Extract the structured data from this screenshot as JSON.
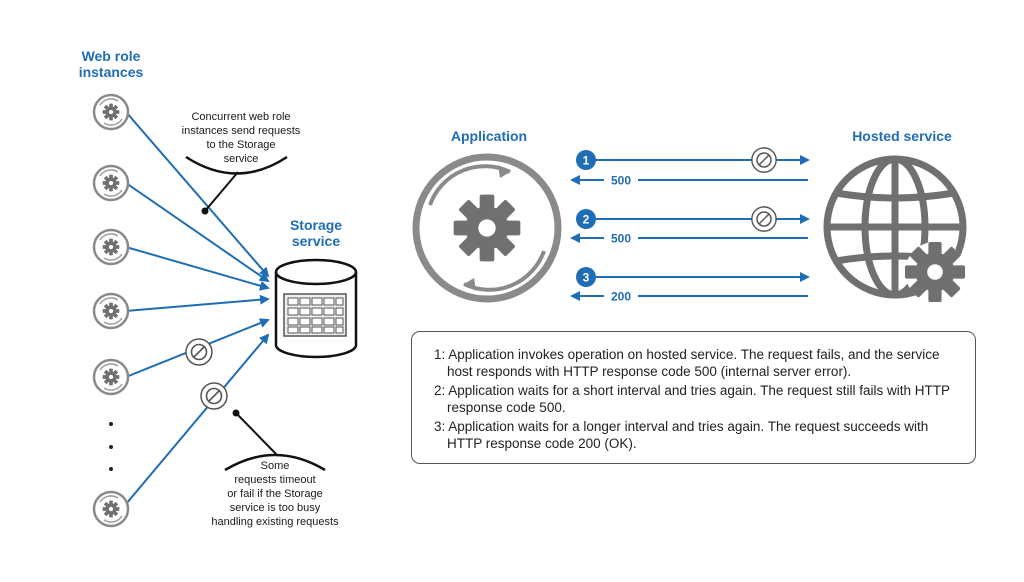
{
  "left": {
    "title_line1": "Web role",
    "title_line2": "instances",
    "storage_line1": "Storage",
    "storage_line2": "service",
    "callout_top": [
      "Concurrent web role",
      "instances send requests",
      "to the Storage",
      "service"
    ],
    "callout_bottom": [
      "Some",
      "requests timeout",
      "or fail if the Storage",
      "service is too busy",
      "handling existing requests"
    ]
  },
  "right": {
    "app_title": "Application",
    "hosted_title": "Hosted service",
    "steps": [
      {
        "num": "1",
        "code": "500"
      },
      {
        "num": "2",
        "code": "500"
      },
      {
        "num": "3",
        "code": "200"
      }
    ]
  },
  "legend": [
    "1: Application invokes operation on hosted service. The request fails, and the service host responds with HTTP response code 500 (internal server error).",
    "2: Application waits for a short interval and tries again. The request still fails with HTTP response code 500.",
    "3: Application waits for a longer interval and tries again. The request succeeds with HTTP response code 200 (OK)."
  ],
  "colors": {
    "accent_blue": "#1f6db5",
    "gray": "#8a8a8a",
    "dark_gray": "#6e6e6e"
  },
  "icons": [
    "gear-icon",
    "blocked-icon",
    "globe-icon",
    "database-icon"
  ]
}
